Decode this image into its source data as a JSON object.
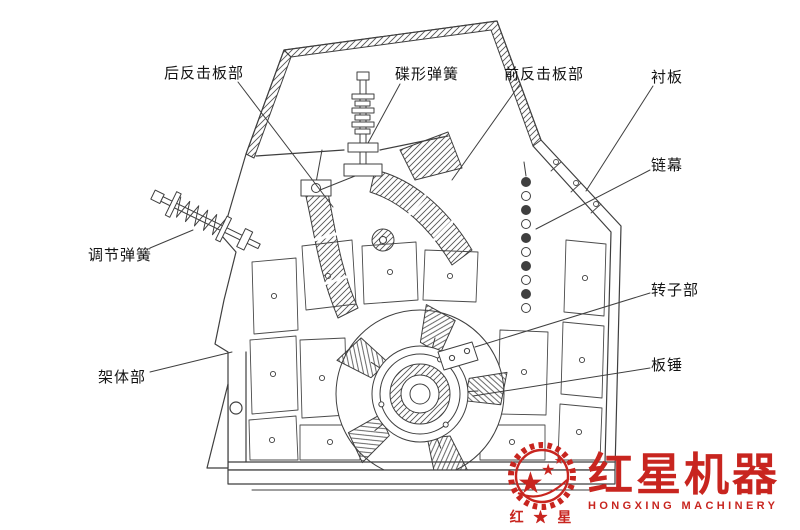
{
  "diagram": {
    "labels": {
      "rear_impact_plate": "后反击板部",
      "disc_spring": "碟形弹簧",
      "front_impact_plate": "前反击板部",
      "liner_plate": "衬板",
      "chain_curtain": "链幕",
      "adjusting_spring": "调节弹簧",
      "frame_body": "架体部",
      "rotor": "转子部",
      "blow_bar": "板锤"
    }
  },
  "logo": {
    "brand_cn": "红星机器",
    "brand_en": "HONGXING MACHINERY",
    "emblem_char_left": "红",
    "emblem_char_right": "星",
    "star": "★",
    "color": "#c8251f"
  }
}
